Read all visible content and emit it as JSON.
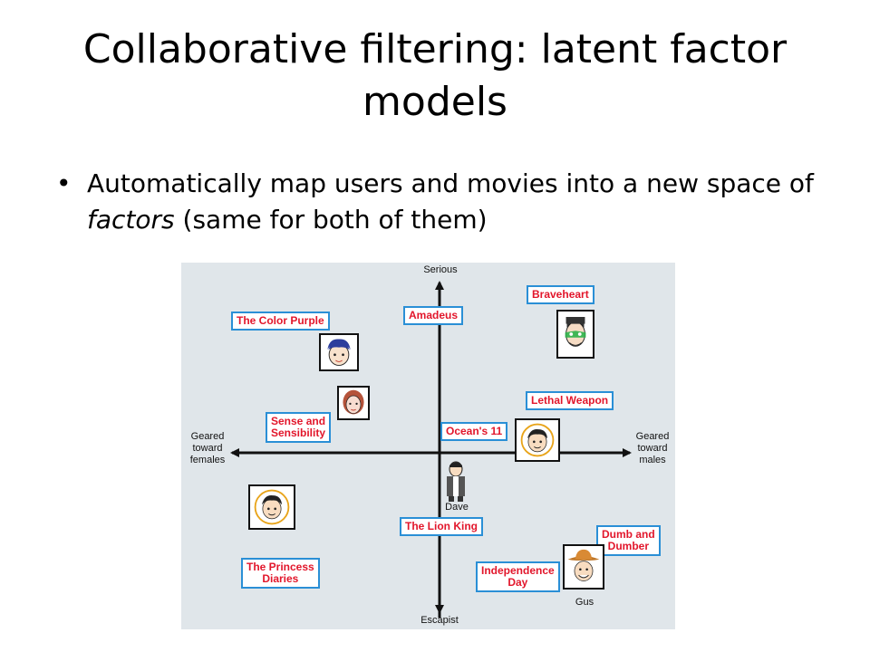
{
  "slide": {
    "title": "Collaborative filtering: latent factor models",
    "bullet_marker": "•",
    "bullet_text_before": "Automatically map users and movies into a new space of ",
    "bullet_text_emphasis": "factors",
    "bullet_text_after": " (same for both of them)"
  },
  "diagram": {
    "axes": {
      "top": "Serious",
      "bottom": "Escapist",
      "left": [
        "Geared",
        "toward",
        "females"
      ],
      "right": [
        "Geared",
        "toward",
        "males"
      ]
    },
    "movies": [
      {
        "lines": [
          "Braveheart"
        ]
      },
      {
        "lines": [
          "Amadeus"
        ]
      },
      {
        "lines": [
          "The Color Purple"
        ]
      },
      {
        "lines": [
          "Lethal Weapon"
        ]
      },
      {
        "lines": [
          "Sense and",
          "Sensibility"
        ]
      },
      {
        "lines": [
          "Ocean's 11"
        ]
      },
      {
        "lines": [
          "The Lion King"
        ]
      },
      {
        "lines": [
          "Dumb and",
          "Dumber"
        ]
      },
      {
        "lines": [
          "The Princess",
          "Diaries"
        ]
      },
      {
        "lines": [
          "Independence",
          "Day"
        ]
      }
    ],
    "users": {
      "dave": "Dave",
      "gus": "Gus"
    },
    "colors": {
      "movie_text": "#e2162b",
      "movie_border": "#2a8fd6",
      "background": "#e0e6ea"
    }
  }
}
